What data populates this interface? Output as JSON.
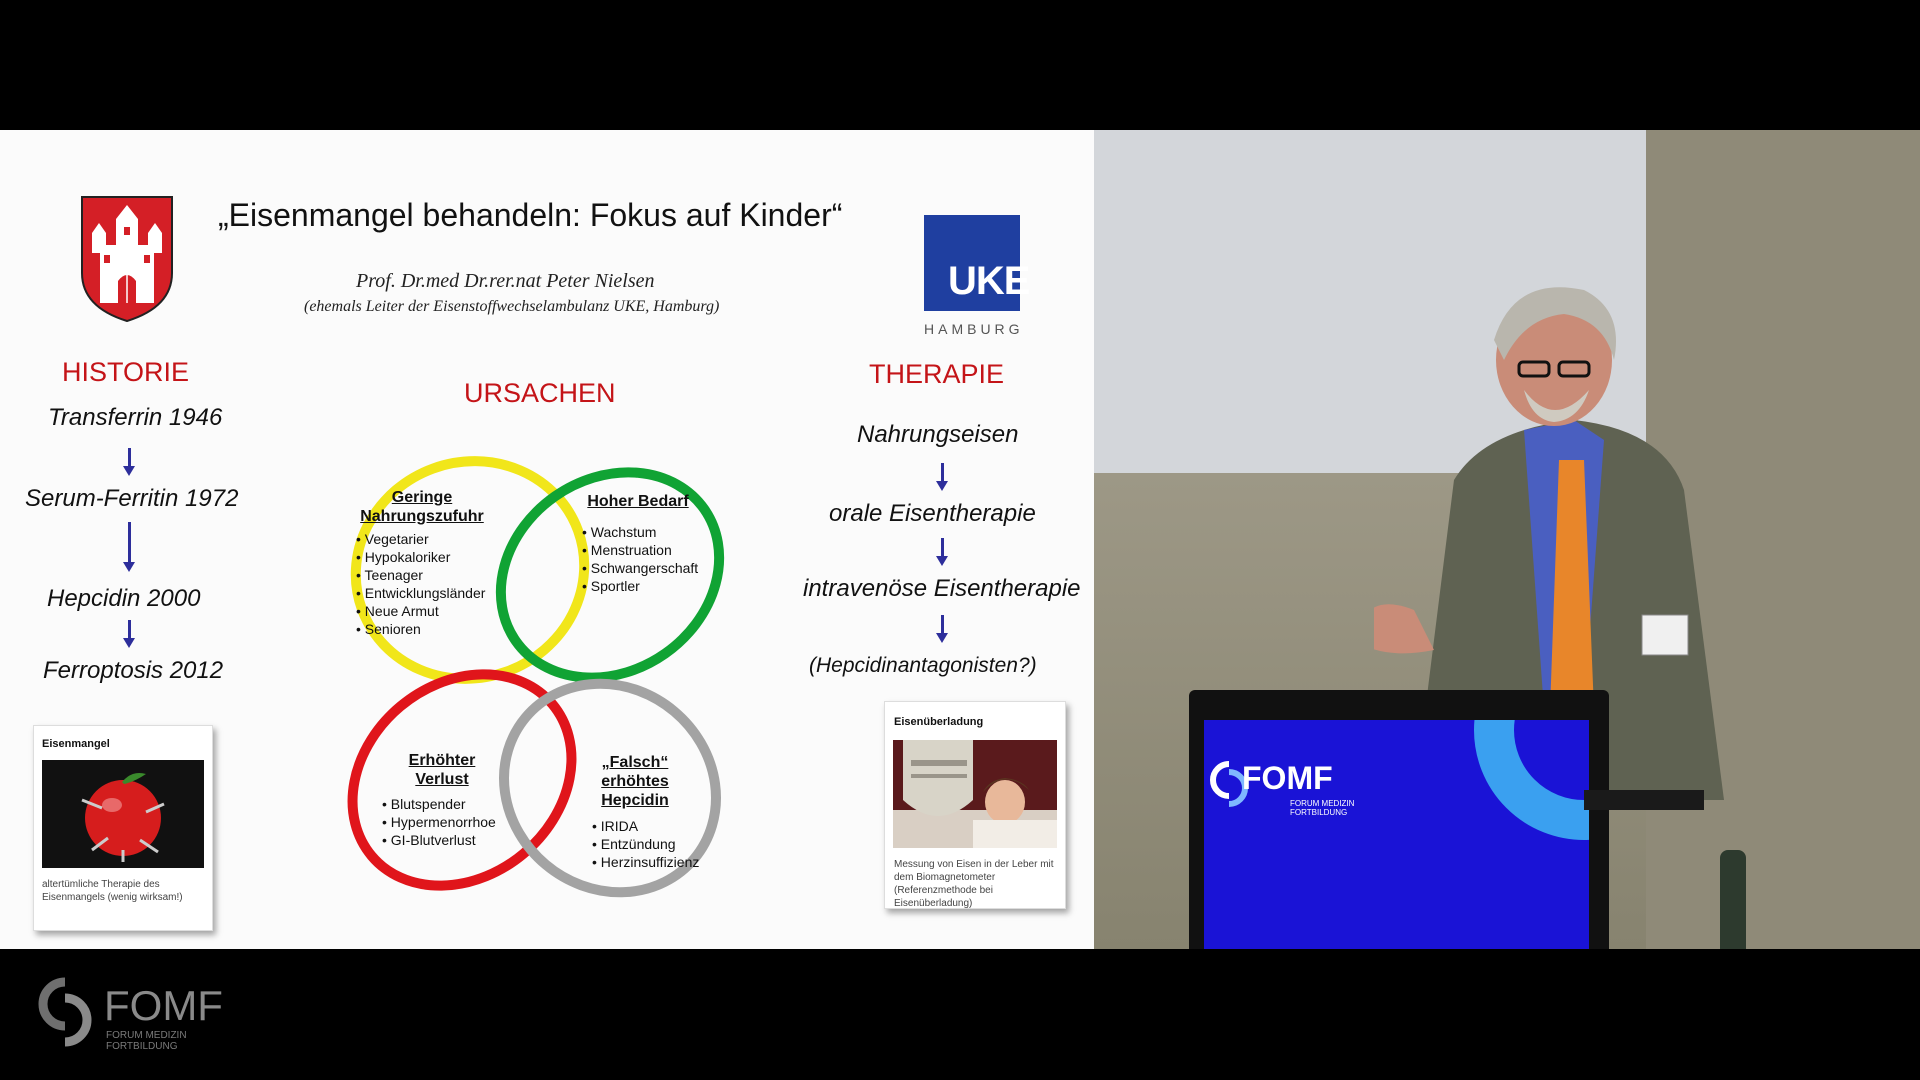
{
  "slide": {
    "title": "„Eisenmangel behandeln: Fokus auf Kinder“",
    "author": "Prof. Dr.med Dr.rer.nat Peter Nielsen",
    "affiliation": "(ehemals Leiter der Eisenstoffwechselambulanz UKE, Hamburg)",
    "uke_logo": {
      "text": "UKE",
      "subtext": "HAMBURG",
      "color": "#1f3fa0"
    },
    "historie": {
      "heading": "HISTORIE",
      "items": [
        "Transferrin 1946",
        "Serum-Ferritin 1972",
        "Hepcidin 2000",
        "Ferroptosis 2012"
      ]
    },
    "ursachen": {
      "heading": "URSACHEN",
      "circles": [
        {
          "title": "Geringe Nahrungszufuhr",
          "color": "#f1e61a",
          "items": [
            "Vegetarier",
            "Hypokaloriker",
            "Teenager",
            "Entwicklungsländer",
            "Neue Armut",
            "Senioren"
          ]
        },
        {
          "title": "Hoher Bedarf",
          "color": "#10a334",
          "items": [
            "Wachstum",
            "Menstruation",
            "Schwangerschaft",
            "Sportler"
          ]
        },
        {
          "title": "Erhöhter Verlust",
          "color": "#e0151b",
          "items": [
            "Blutspender",
            "Hypermenorrhoe",
            "GI-Blutverlust"
          ]
        },
        {
          "title": "„Falsch“ erhöhtes Hepcidin",
          "color": "#a3a3a3",
          "items": [
            "IRIDA",
            "Entzündung",
            "Herzinsuffizienz"
          ]
        }
      ]
    },
    "therapie": {
      "heading": "THERAPIE",
      "items": [
        "Nahrungseisen",
        "orale Eisentherapie",
        "intravenöse Eisentherapie",
        "(Hepcidinantagonisten?)"
      ]
    },
    "card_left": {
      "title": "Eisenmangel",
      "caption": "altertümliche Therapie des Eisenmangels (wenig wirksam!)"
    },
    "card_right": {
      "title": "Eisenüberladung",
      "caption": "Messung von Eisen in der Leber mit dem Biomagnetometer (Referenzmethode bei Eisenüberladung)"
    }
  },
  "podium_logo": {
    "name": "FOMF",
    "sub_line1": "FORUM MEDIZIN",
    "sub_line2": "FORTBILDUNG"
  },
  "watermark": {
    "name": "FOMF",
    "sub_line1": "FORUM MEDIZIN",
    "sub_line2": "FORTBILDUNG"
  }
}
